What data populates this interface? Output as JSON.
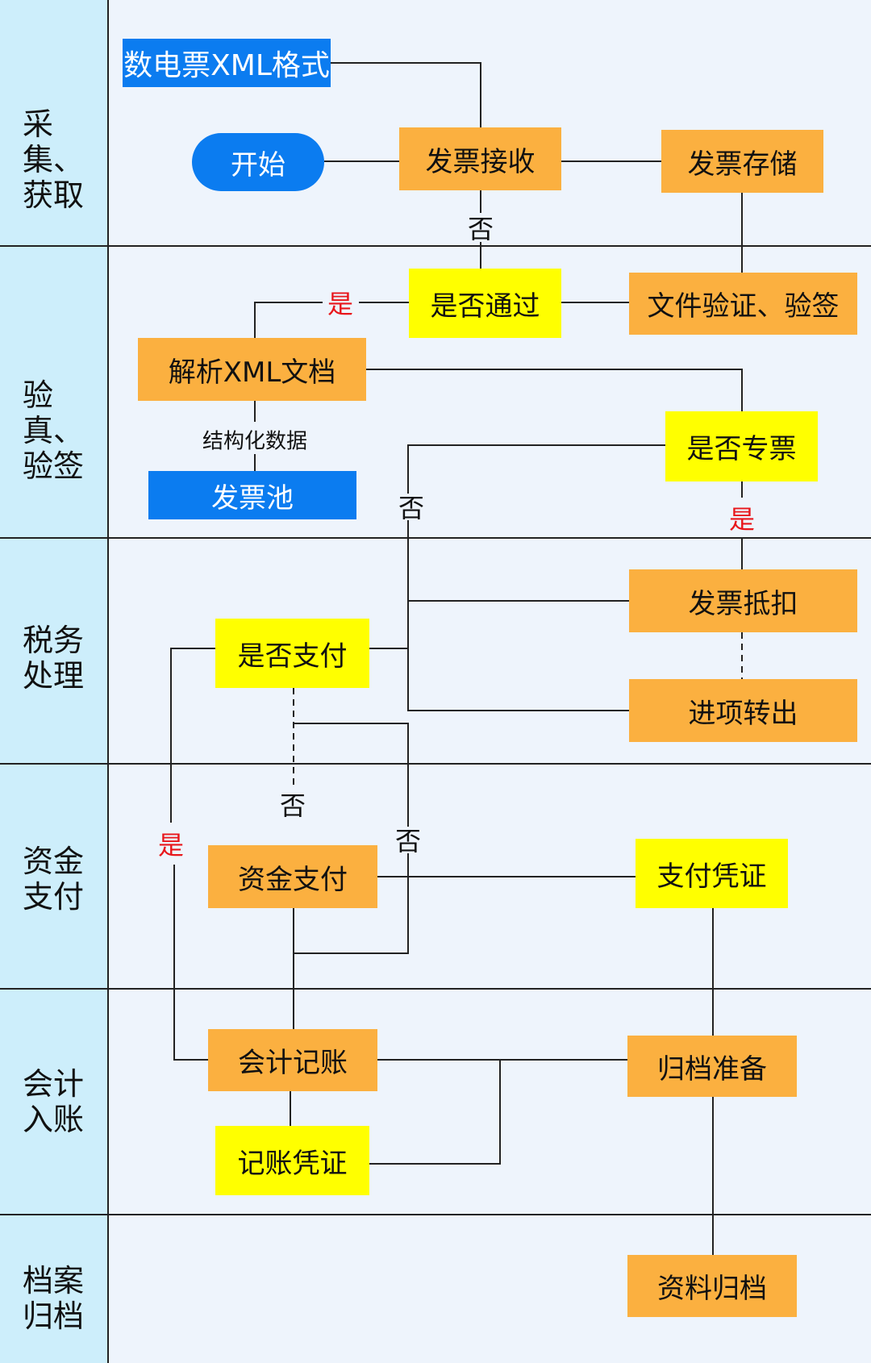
{
  "lanes": [
    {
      "label": "采集、\n获取"
    },
    {
      "label": "验真、\n验签"
    },
    {
      "label": "税务\n处理"
    },
    {
      "label": "资金\n支付"
    },
    {
      "label": "会计\n入账"
    },
    {
      "label": "档案\n归档"
    }
  ],
  "nodes": {
    "xml_format": "数电票XML格式",
    "start": "开始",
    "receive": "发票接收",
    "store": "发票存储",
    "pass_check": "是否通过",
    "verify": "文件验证、验签",
    "parse": "解析XML文档",
    "pool": "发票池",
    "special_check": "是否专票",
    "deduct": "发票抵扣",
    "pay_check": "是否支付",
    "transfer_out": "进项转出",
    "fund_pay": "资金支付",
    "pay_voucher": "支付凭证",
    "bookkeep": "会计记账",
    "archive_prep": "归档准备",
    "book_voucher": "记账凭证",
    "archive": "资料归档"
  },
  "labels": {
    "no": "否",
    "yes": "是",
    "structured": "结构化数据"
  },
  "colors": {
    "process": "#fbb040",
    "decision": "#ffff00",
    "data": "#0b7cf0",
    "lane": "#cdeefb",
    "background": "#eef4fc",
    "yes_label": "#e8161b"
  }
}
